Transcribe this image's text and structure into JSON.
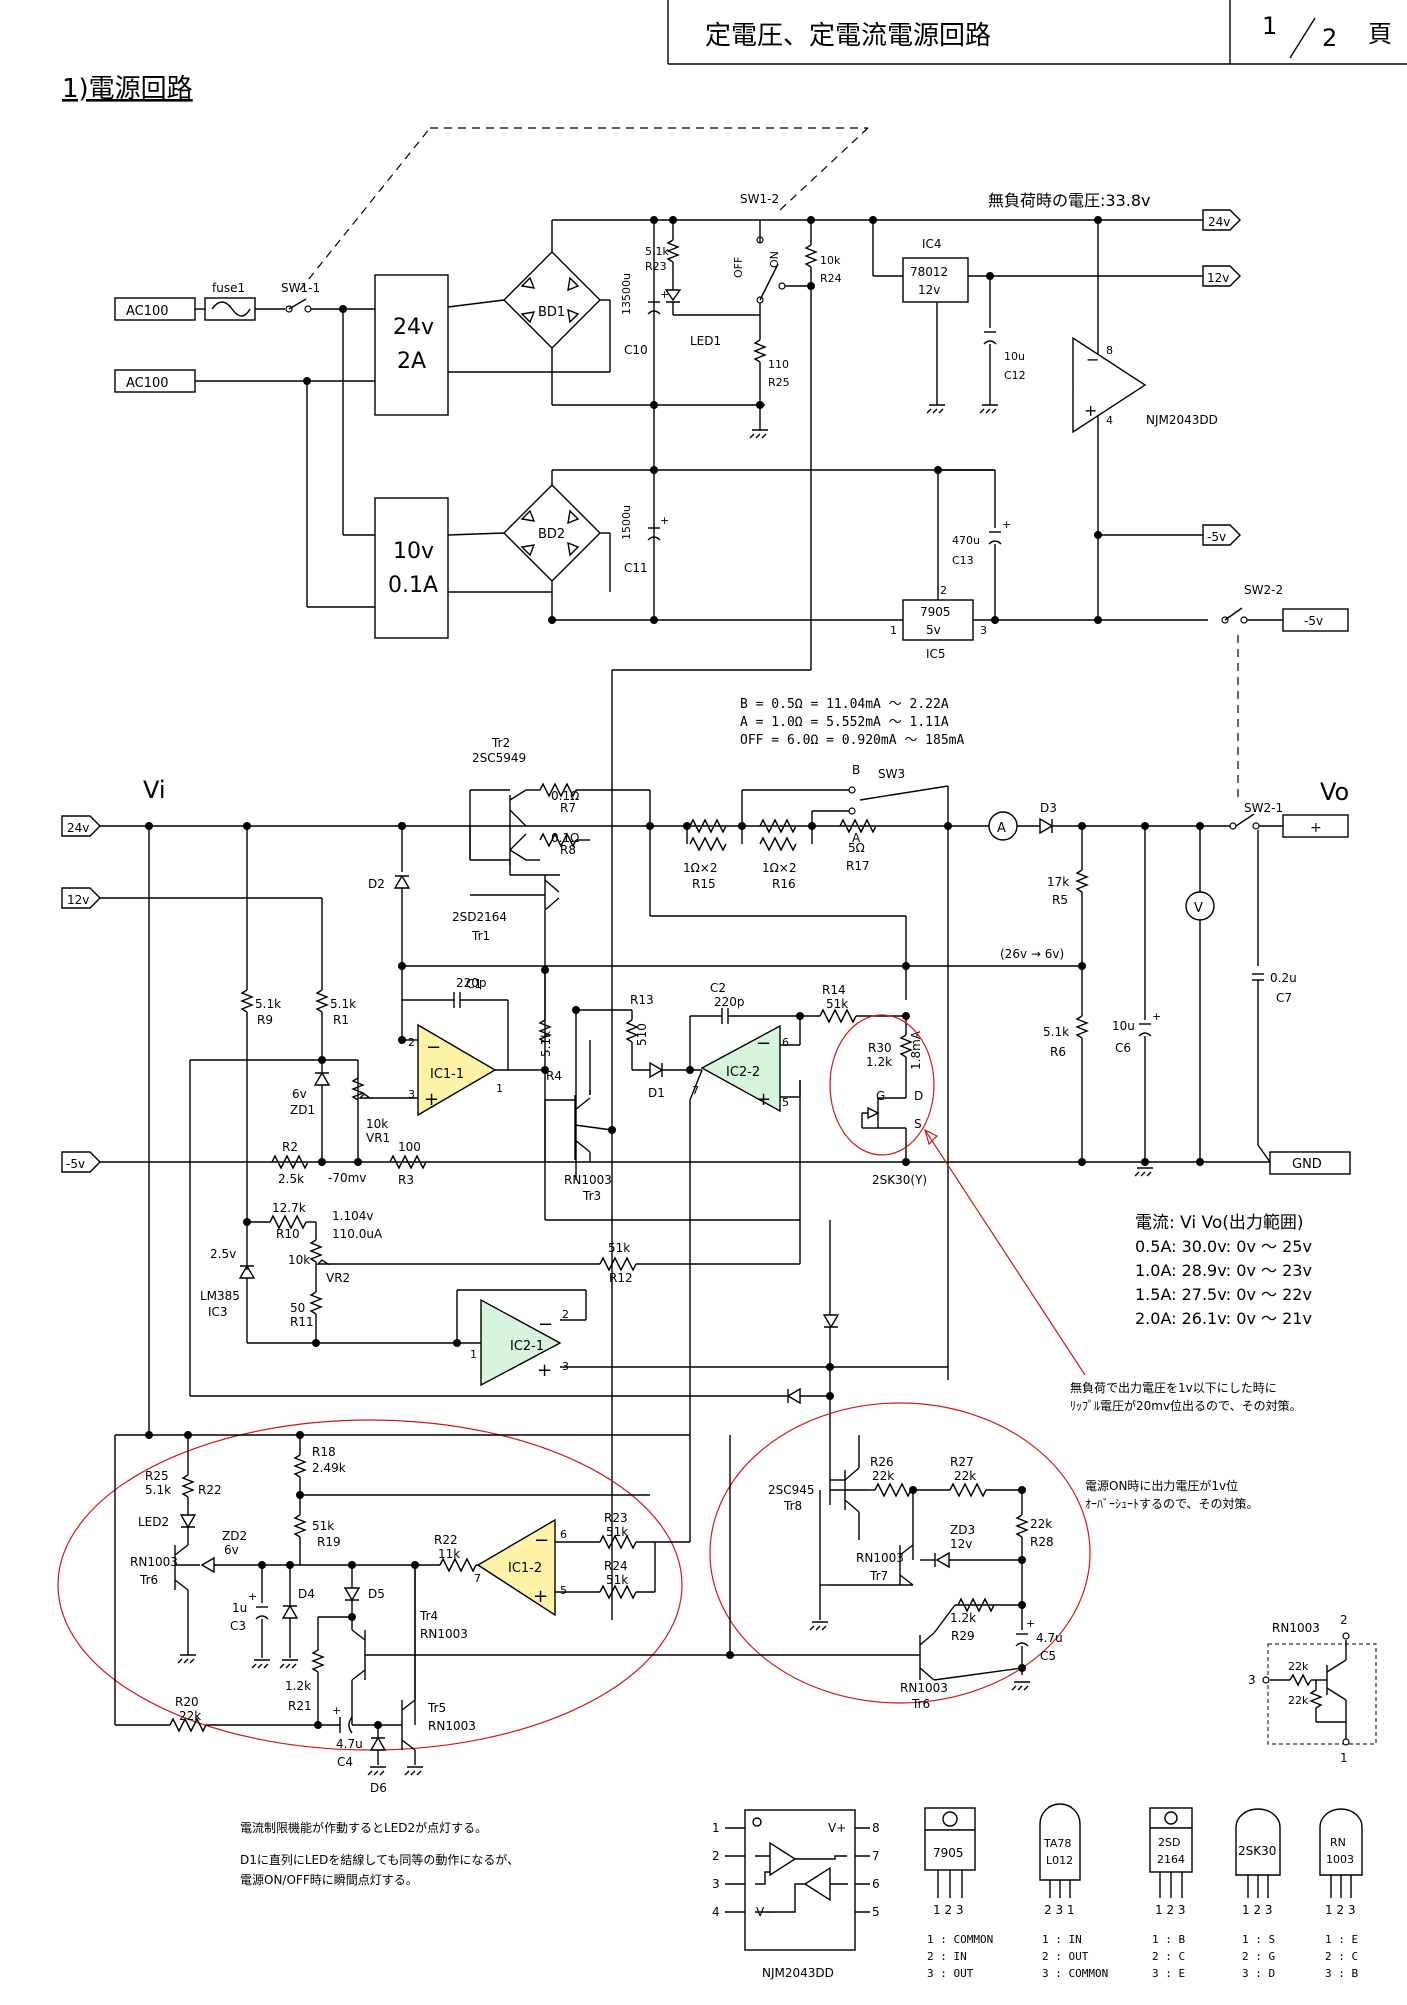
{
  "header": {
    "title": "定電圧、定電流電源回路",
    "page_num": "1",
    "page_total": "2",
    "page_suffix": "頁"
  },
  "section_title": "1)電源回路",
  "inputs": {
    "ac1": "AC100",
    "ac2": "AC100",
    "fuse": "fuse1",
    "sw1_1": "SW1-1"
  },
  "transformers": {
    "t1_v": "24v",
    "t1_a": "2A",
    "t2_v": "10v",
    "t2_a": "0.1A"
  },
  "bridges": {
    "bd1": "BD1",
    "bd2": "BD2"
  },
  "caps": {
    "c10_v": "13500u",
    "c10": "C10",
    "c11_v": "1500u",
    "c11": "C11",
    "c12_v": "10u",
    "c12": "C12",
    "c13_v": "470u",
    "c13": "C13",
    "c1_v": "220p",
    "c1": "C1",
    "c2_v": "220p",
    "c2": "C2",
    "c6_v": "10u",
    "c6": "C6",
    "c7_v": "0.2u",
    "c7": "C7",
    "c3_v": "1u",
    "c3": "C3",
    "c4_v": "4.7u",
    "c4": "C4",
    "c5_v": "4.7u",
    "c5": "C5"
  },
  "resistors": {
    "r23_v": "5.1k",
    "r23": "R23",
    "r24_v": "10k",
    "r24": "R24",
    "r25_v": "110",
    "r25": "R25",
    "r7_v": "0.1Ω",
    "r7": "R7",
    "r8_v": "0.1Ω",
    "r8": "R8",
    "r15_v": "1Ω×2",
    "r15": "R15",
    "r16_v": "1Ω×2",
    "r16": "R16",
    "r17_v": "5Ω",
    "r17": "R17",
    "r5_v": "17k",
    "r5": "R5",
    "r6_v": "5.1k",
    "r6": "R6",
    "r9_v": "5.1k",
    "r9": "R9",
    "r1_v": "5.1k",
    "r1": "R1",
    "r4_v": "5.1k",
    "r4": "R4",
    "r13_v": "510",
    "r13": "R13",
    "r14_v": "51k",
    "r14": "R14",
    "r30_v": "1.2k",
    "r30": "R30",
    "r2_v": "2.5k",
    "r2": "R2",
    "r3_v": "100",
    "r3": "R3",
    "r10_v": "12.7k",
    "r10": "R10",
    "r11_v": "50",
    "r11": "R11",
    "r12_v": "51k",
    "r12": "R12",
    "vr1_v": "10k",
    "vr1": "VR1",
    "vr2_v": "10k",
    "vr2": "VR2",
    "r25b_v": "5.1k",
    "r25b": "R25",
    "r22a": "R22",
    "r18": "R18",
    "r18_v": "2.49k",
    "r19_v": "51k",
    "r19": "R19",
    "r22_v": "11k",
    "r22b": "R22",
    "r23b": "R23",
    "r23b_v": "51k",
    "r24b": "R24",
    "r24b_v": "51k",
    "r21_v": "1.2k",
    "r21": "R21",
    "r20": "R20",
    "r20_v": "22k",
    "r26": "R26",
    "r26_v": "22k",
    "r27": "R27",
    "r27_v": "22k",
    "r28_v": "22k",
    "r28": "R28",
    "r29_v": "1.2k",
    "r29": "R29"
  },
  "switches": {
    "sw1_2": "SW1-2",
    "off": "OFF",
    "on": "ON",
    "sw2_2": "SW2-2",
    "sw3": "SW3",
    "sw3_b": "B",
    "sw3_a": "A",
    "sw2_1": "SW2-1"
  },
  "leds": {
    "led1": "LED1",
    "led2": "LED2"
  },
  "ics": {
    "ic4": "IC4",
    "ic4_p": "78012",
    "ic4_v": "12v",
    "ic5": "IC5",
    "ic5_p": "7905",
    "ic5_v": "5v",
    "ic5_p1": "1",
    "ic5_p2": "2",
    "ic5_p3": "3",
    "njm": "NJM2043DD",
    "pin8": "8",
    "pin4": "4",
    "ic1_1": "IC1-1",
    "ic2_2": "IC2-2",
    "ic2_1": "IC2-1",
    "ic1_2": "IC1-2",
    "ic3": "IC3",
    "lm385": "LM385",
    "lm385_v": "2.5v"
  },
  "rails": {
    "r24v": "24v",
    "r12v": "12v",
    "rm5v": "-5v",
    "rm5v_sw": "-5v",
    "vi": "Vi",
    "vo": "Vo",
    "plus": "+",
    "gnd": "GND",
    "noload": "無負荷時の電圧:33.8v",
    "ammeter": "A",
    "voltmeter": "V",
    "range_26_6": "(26v → 6v)",
    "minus70": "-70mv"
  },
  "transistors": {
    "tr2": "Tr2",
    "tr2_p": "2SC5949",
    "tr1": "Tr1",
    "tr1_p": "2SD2164",
    "tr3": "Tr3",
    "tr3_p": "RN1003",
    "fet": "2SK30(Y)",
    "tr8": "Tr8",
    "tr8_p": "2SC945",
    "tr7": "Tr7",
    "tr7_p": "RN1003",
    "tr6": "Tr6",
    "tr6_p": "RN1003",
    "tr4": "Tr4",
    "tr4_p": "RN1003",
    "tr5": "Tr5",
    "tr5_p": "RN1003",
    "tr6l": "Tr6",
    "tr6l_p": "RN1003",
    "fet_g": "G",
    "fet_d": "D",
    "fet_s": "S",
    "fet_i": "1.8mA"
  },
  "diodes": {
    "d1": "D1",
    "d2": "D2",
    "d3": "D3",
    "d4": "D4",
    "d5": "D5",
    "d6": "D6",
    "zd1": "ZD1",
    "zd1_v": "6v",
    "zd2": "ZD2",
    "zd2_v": "6v",
    "zd3": "ZD3",
    "zd3_v": "12v"
  },
  "vr2_note": {
    "v": "1.104v",
    "i": "110.0uA"
  },
  "sw3_table": [
    "B   = 0.5Ω = 11.04mA ～ 2.22A",
    "A   = 1.0Ω = 5.552mA ～ 1.11A",
    "OFF = 6.0Ω = 0.920mA ～ 185mA"
  ],
  "range_table": {
    "header": "電流:  Vi    Vo(出力範囲)",
    "rows": [
      "0.5A: 30.0v: 0v ～ 25v",
      "1.0A: 28.9v: 0v ～ 23v",
      "1.5A: 27.5v: 0v ～ 22v",
      "2.0A: 26.1v: 0v ～ 21v"
    ]
  },
  "notes": {
    "ripple_1": "無負荷で出力電圧を1v以下にした時に",
    "ripple_2": "ﾘｯﾌﾟﾙ電圧が20mv位出るので、その対策。",
    "overshoot_1": "電源ON時に出力電圧が1v位",
    "overshoot_2": "ｵｰﾊﾞｰｼｭｰﾄするので、その対策。",
    "led_1": "電流制限機能が作動するとLED2が点灯する。",
    "led_2": "D1に直列にLEDを結線しても同等の動作になるが、",
    "led_3": "電源ON/OFF時に瞬間点灯する。"
  },
  "inset": {
    "title": "RN1003",
    "r_a": "22k",
    "r_b": "22k",
    "p1": "1",
    "p2": "2",
    "p3": "3"
  },
  "pinout": {
    "njm_label": "NJM2043DD",
    "vplus": "V+",
    "vminus": "V−",
    "pins_left": [
      "1",
      "2",
      "3",
      "4"
    ],
    "pins_right": [
      "8",
      "7",
      "6",
      "5"
    ],
    "packages": [
      {
        "name": "7905",
        "pins": "1 2 3",
        "legend": [
          "1 : COMMON",
          "2 : IN",
          "3 : OUT"
        ]
      },
      {
        "name": "TA78\nL012",
        "pins": "2 3 1",
        "legend": [
          "1 : IN",
          "2 : OUT",
          "3 : COMMON"
        ]
      },
      {
        "name": "2SD\n2164",
        "pins": "1 2 3",
        "legend": [
          "1 : B",
          "2 : C",
          "3 : E"
        ]
      },
      {
        "name": "2SK30",
        "pins": "1 2 3",
        "legend": [
          "1 : S",
          "2 : G",
          "3 : D"
        ]
      },
      {
        "name": "RN\n1003",
        "pins": "1 2 3",
        "legend": [
          "1 : E",
          "2 : C",
          "3 : B"
        ]
      }
    ]
  }
}
